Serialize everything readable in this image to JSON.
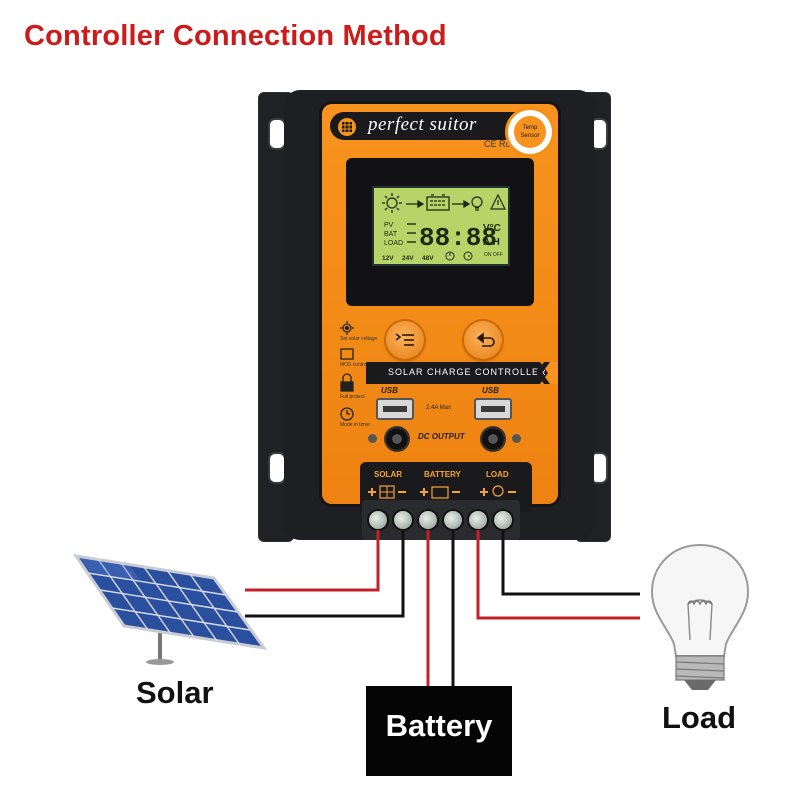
{
  "title": "Controller Connection Method",
  "controller": {
    "brand": "perfect suitor",
    "certifications": "CE RoHS",
    "temp_sensor": "Temp Sensor",
    "label_strip": "SOLAR CHARGE CONTROLLER",
    "usb_label": "USB",
    "usb_max": "2.4A Max",
    "dc_output": "DC OUTPUT",
    "side_labels": [
      "Set solar voltage",
      "MOS control",
      "Full protect",
      "Mode in timer"
    ],
    "lcd": {
      "rows": [
        "PV",
        "BAT",
        "LOAD"
      ],
      "digits": "88:88",
      "unit_top": "V°C",
      "unit_bottom": "A H",
      "voltages": [
        "12V",
        "24V",
        "48V"
      ],
      "on_off": "ON OFF"
    },
    "terminals": {
      "solar": "SOLAR",
      "battery": "BATTERY",
      "load": "LOAD"
    }
  },
  "components": {
    "solar": "Solar",
    "battery": "Battery",
    "load": "Load"
  },
  "colors": {
    "title": "#cc1b1b",
    "housing": "#1c1d1f",
    "face": "#f7931e",
    "lcd": "#b8d468",
    "wire_positive": "#c4202a",
    "wire_negative": "#111111"
  }
}
